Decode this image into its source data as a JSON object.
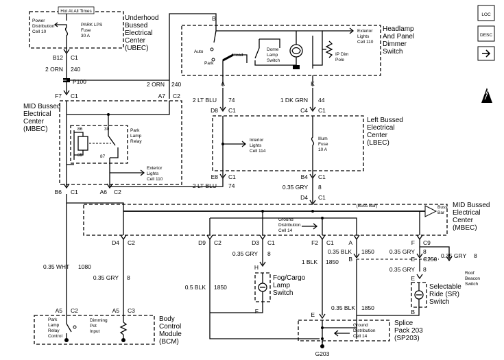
{
  "legend": {
    "loc_label": "LOC",
    "desc_label": "DESC",
    "arrow_icon": "right-arrow-icon",
    "esd_icon": "esd-warning-icon"
  },
  "ubec": {
    "hot_label": "Hot At All Times",
    "name": [
      "Underhood",
      "Bussed",
      "Electrical",
      "Center",
      "(UBEC)"
    ],
    "power_ref": [
      "Power",
      "Distribution",
      "Cell 10"
    ],
    "fuse": [
      "PARK LPS",
      "Fuse",
      "30 A"
    ],
    "pin_b12": "B12",
    "conn_c1": "C1"
  },
  "wires": {
    "orn_left": "2 ORN",
    "orn_left_num": "240",
    "p100": "P100",
    "orn_right": "2 ORN",
    "orn_right_num": "240",
    "lt_blu_top": "2 LT BLU",
    "lt_blu_top_num": "74",
    "dk_grn": "1 DK GRN",
    "dk_grn_num": "44",
    "lt_blu_bot": "2 LT BLU",
    "lt_blu_bot_num": "74",
    "gry_mid": "0.35 GRY",
    "gry_mid_num": "8",
    "gry_d3": "0.35 GRY",
    "gry_d3_num": "8",
    "blk_f2": "1 BLK",
    "blk_f2_num": "1850",
    "blk_a": "0.35 BLK",
    "blk_a_num": "1850",
    "gry_f_upper": "0.35 GRY",
    "gry_f_upper_num": "8",
    "gry_e": "0.35 GRY",
    "gry_e_num": "8",
    "gry_beacon": "0.35 GRY",
    "gry_beacon_num": "8",
    "wht": "0.35 WHT",
    "wht_num": "1080",
    "gry_bcm": "0.35 GRY",
    "gry_bcm_num": "8",
    "blk_fog": "0.5 BLK",
    "blk_fog_num": "1850",
    "blk_splice": "0.35 BLK",
    "blk_splice_num": "1850"
  },
  "headlamp_switch": {
    "name": [
      "Headlamp",
      "And Panel",
      "Dimmer",
      "Switch"
    ],
    "pin_b": "B",
    "pin_a": "A",
    "pin_k": "K",
    "auto": "Auto",
    "park": "Park",
    "head": "Head",
    "dome": [
      "Dome",
      "Lamp",
      "Switch"
    ],
    "ip_dim": [
      "IP Dim",
      "Pole"
    ],
    "ext_ref": [
      "Exterior",
      "Lights",
      "Cell 110"
    ]
  },
  "mbec_top": {
    "name": [
      "MID Bussed",
      "Electrical",
      "Center",
      "(MBEC)"
    ],
    "pin_f7": "F7",
    "conn_c1": "C1",
    "pin_a7": "A7",
    "conn_c2": "C2",
    "relay": [
      "Park",
      "Lamp",
      "Relay"
    ],
    "pin_86": "86",
    "pin_30": "30",
    "pin_85": "85",
    "pin_87": "87",
    "ext_ref": [
      "Exterior",
      "Lights",
      "Cell 110"
    ],
    "pin_b6": "B6",
    "pin_a6": "A6",
    "conn_b6_c1": "C1",
    "conn_a6_c2": "C2"
  },
  "lbec": {
    "name": [
      "Left Bussed",
      "Electrical",
      "Center",
      "(LBEC)"
    ],
    "pin_d8": "D8",
    "conn_d8": "C1",
    "pin_c4": "C4",
    "conn_c4": "C1",
    "interior_ref": [
      "Interior",
      "Lights",
      "Cell 114"
    ],
    "fuse": [
      "Illum",
      "Fuse",
      "10 A"
    ],
    "pin_e8": "E8",
    "conn_e8": "C1",
    "pin_b4": "B4",
    "conn_b4": "C1"
  },
  "mbec_bot": {
    "pin_d4": "D4",
    "conn_d4": "C1",
    "buss_bar_label": "(Buss Bar)",
    "buss_bar_tag": [
      "Buss",
      "Bar"
    ],
    "name": [
      "MID Bussed",
      "Electrical",
      "Center",
      "(MBEC)"
    ],
    "ground_ref": [
      "Ground",
      "Distribution",
      "Cell 14"
    ],
    "pins": [
      {
        "pin": "D4",
        "conn": "C2"
      },
      {
        "pin": "D9",
        "conn": "C2"
      },
      {
        "pin": "D3",
        "conn": "C1"
      },
      {
        "pin": "F2",
        "conn": "C1"
      },
      {
        "pin": "A",
        "conn": ""
      },
      {
        "pin": "F",
        "conn": "C9"
      }
    ],
    "c250": "C250",
    "pin_b": "B",
    "pin_e": "E"
  },
  "fog_switch": {
    "name": [
      "Fog/Cargo",
      "Lamp",
      "Switch"
    ],
    "pin_h": "H",
    "pin_f": "F"
  },
  "sr_switch": {
    "name": [
      "Selectable",
      "Ride (SR)",
      "Switch"
    ],
    "pin_e": "E",
    "pin_b": "B"
  },
  "roof_beacon": [
    "Roof",
    "Beacon",
    "Switch"
  ],
  "bcm": {
    "name": [
      "Body",
      "Control",
      "Module",
      "(BCM)"
    ],
    "pin_a5_1": "A5",
    "conn_1": "C2",
    "pin_a5_2": "A5",
    "conn_2": "C3",
    "relay_ctrl": [
      "Park",
      "Lamp",
      "Relay",
      "Control"
    ],
    "dimming": [
      "Dimming",
      "Pot",
      "Input"
    ]
  },
  "splice": {
    "name": [
      "Splice",
      "Pack 203",
      "(SP203)"
    ],
    "pin_e": "E",
    "ground_ref": [
      "Ground",
      "Distribution",
      "Cell 14"
    ],
    "g203": "G203"
  }
}
